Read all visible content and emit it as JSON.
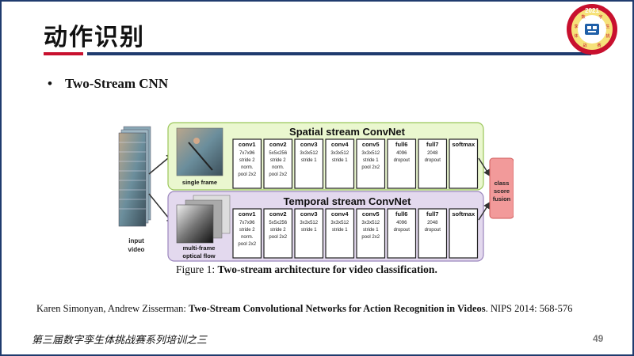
{
  "slide": {
    "title": "动作识别",
    "bullet": "Two-Stream CNN",
    "caption_prefix": "Figure 1:",
    "caption_bold": "Two-stream architecture for video classification.",
    "citation_authors": "Karen Simonyan, Andrew Zisserman:",
    "citation_title": "Two-Stream Convolutional Networks for Action Recognition in Videos",
    "citation_venue": ". NIPS 2014: 568-576",
    "footer": "第三届数字孪生体挑战赛系列培训之三",
    "page_number": "49"
  },
  "logo": {
    "year": "2021",
    "chars": [
      "数",
      "字",
      "孪",
      "生",
      "体",
      "挑",
      "战",
      "赛"
    ]
  },
  "diagram": {
    "input_label_1": "input",
    "input_label_2": "video",
    "spatial": {
      "title": "Spatial stream ConvNet",
      "input_label": "single frame",
      "layers": [
        {
          "name": "conv1",
          "lines": [
            "7x7x96",
            "stride 2",
            "norm.",
            "pool 2x2"
          ]
        },
        {
          "name": "conv2",
          "lines": [
            "5x5x256",
            "stride 2",
            "norm.",
            "pool 2x2"
          ]
        },
        {
          "name": "conv3",
          "lines": [
            "3x3x512",
            "stride 1"
          ]
        },
        {
          "name": "conv4",
          "lines": [
            "3x3x512",
            "stride 1"
          ]
        },
        {
          "name": "conv5",
          "lines": [
            "3x3x512",
            "stride 1",
            "pool 2x2"
          ]
        },
        {
          "name": "full6",
          "lines": [
            "4096",
            "dropout"
          ]
        },
        {
          "name": "full7",
          "lines": [
            "2048",
            "dropout"
          ]
        },
        {
          "name": "softmax",
          "lines": []
        }
      ]
    },
    "temporal": {
      "title": "Temporal stream ConvNet",
      "input_label_1": "multi-frame",
      "input_label_2": "optical flow",
      "layers": [
        {
          "name": "conv1",
          "lines": [
            "7x7x96",
            "stride 2",
            "norm.",
            "pool 2x2"
          ]
        },
        {
          "name": "conv2",
          "lines": [
            "5x5x256",
            "stride 2",
            "pool 2x2"
          ]
        },
        {
          "name": "conv3",
          "lines": [
            "3x3x512",
            "stride 1"
          ]
        },
        {
          "name": "conv4",
          "lines": [
            "3x3x512",
            "stride 1"
          ]
        },
        {
          "name": "conv5",
          "lines": [
            "3x3x512",
            "stride 1",
            "pool 2x2"
          ]
        },
        {
          "name": "full6",
          "lines": [
            "4096",
            "dropout"
          ]
        },
        {
          "name": "full7",
          "lines": [
            "2048",
            "dropout"
          ]
        },
        {
          "name": "softmax",
          "lines": []
        }
      ]
    },
    "fusion": [
      "class",
      "score",
      "fusion"
    ],
    "colors": {
      "spatial_bg": "#eaf7cf",
      "spatial_border": "#9bc65a",
      "temporal_bg": "#e3d9ee",
      "temporal_border": "#9b86bd",
      "fusion_bg": "#f29a9a",
      "fusion_border": "#d05a5a"
    }
  }
}
